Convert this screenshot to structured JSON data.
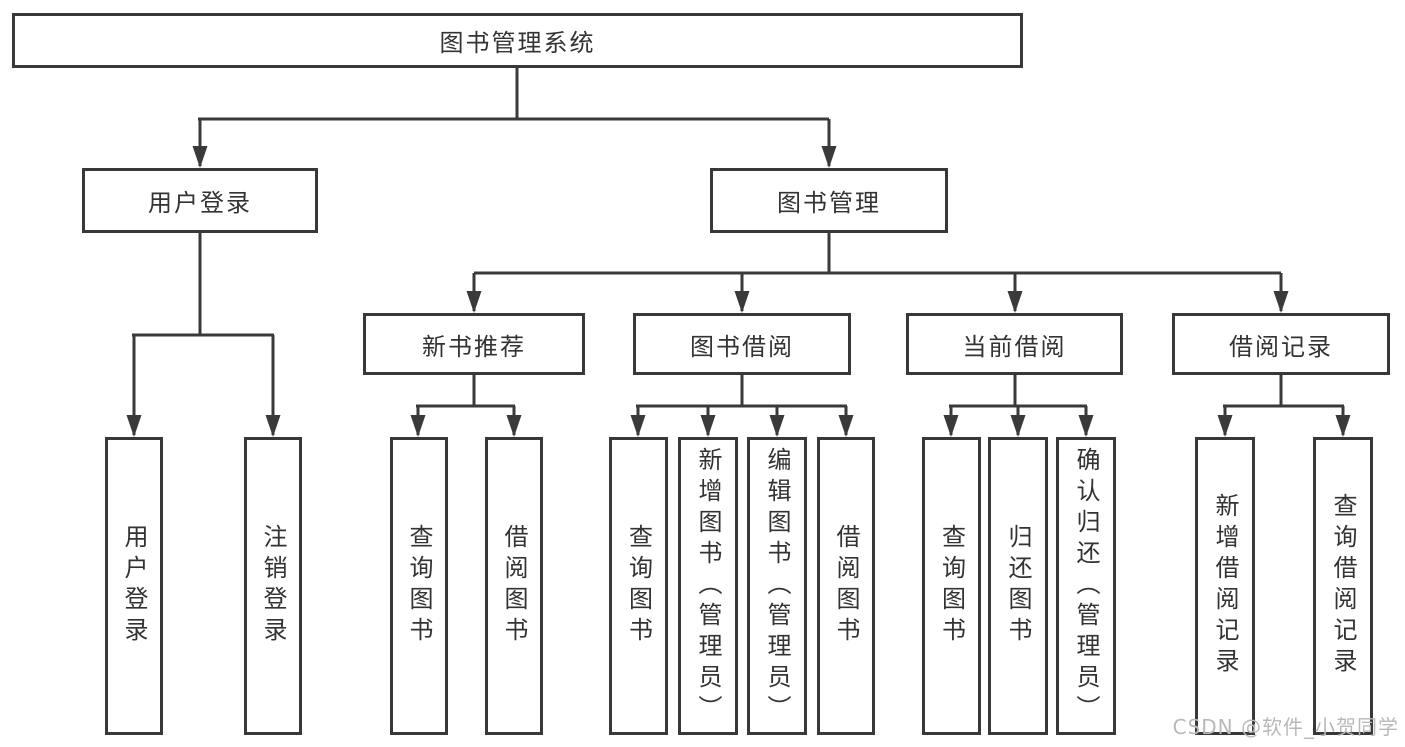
{
  "nodes": {
    "root": "图书管理系统",
    "user_login": "用户登录",
    "book_mgmt": "图书管理",
    "new_book_rec": "新书推荐",
    "book_borrow": "图书借阅",
    "current_borrow": "当前借阅",
    "borrow_records": "借阅记录",
    "leaves": {
      "user_login": [
        "用户登录",
        "注销登录"
      ],
      "new_book_rec": [
        "查询图书",
        "借阅图书"
      ],
      "book_borrow": [
        "查询图书",
        "新增图书（管理员）",
        "编辑图书（管理员）",
        "借阅图书"
      ],
      "current_borrow": [
        "查询图书",
        "归还图书",
        "确认归还（管理员）"
      ],
      "borrow_records": [
        "新增借阅记录",
        "查询借阅记录"
      ]
    }
  },
  "watermark": "CSDN @软件_小贺同学",
  "colors": {
    "line": "#3a3a3a",
    "box_border": "#383838",
    "text": "#333333",
    "watermark": "#b9b9b9",
    "background": "#ffffff"
  }
}
